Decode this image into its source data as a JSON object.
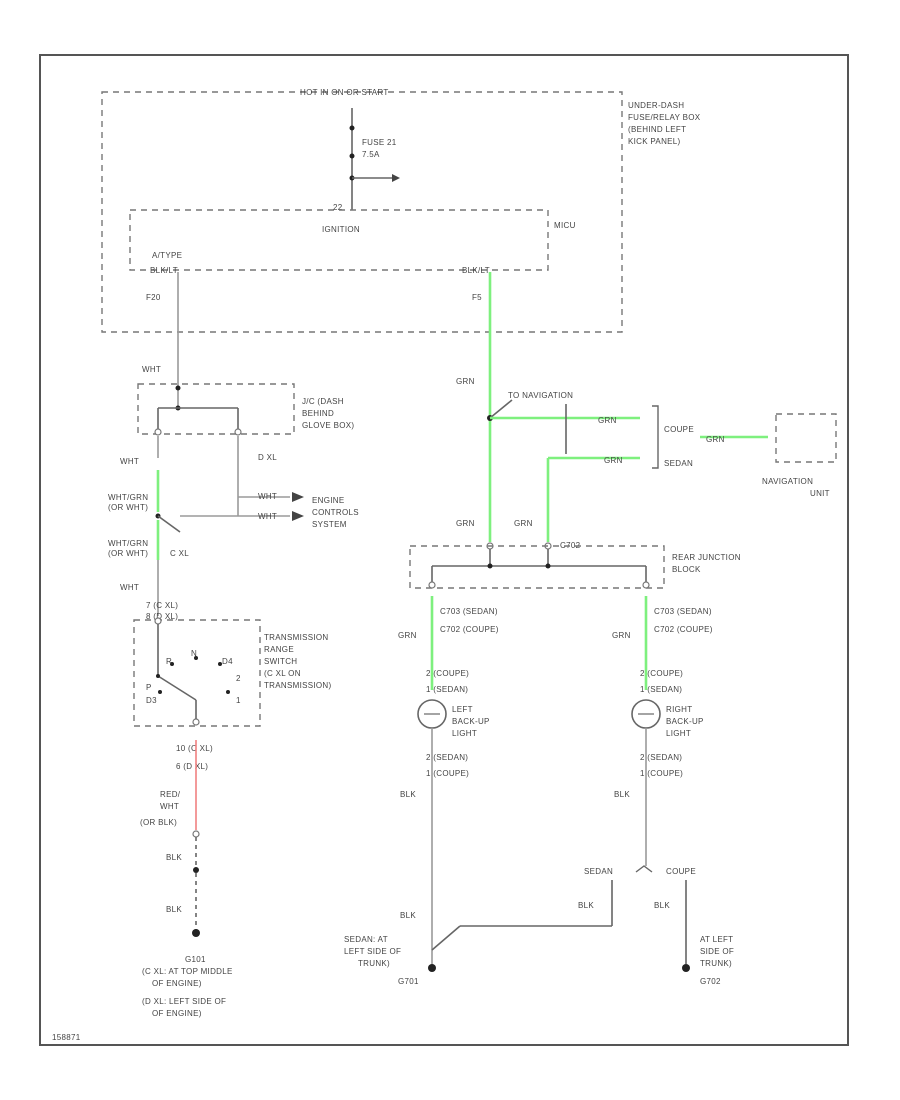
{
  "diagram": {
    "top_label": "HOT IN ON OR START",
    "fuse_box": [
      "UNDER-DASH",
      "FUSE/RELAY BOX",
      "(BEHIND LEFT",
      "KICK PANEL)"
    ],
    "fuse": [
      "FUSE 21",
      "7.5A"
    ],
    "mcu_label": "MICU",
    "ignition_label": "IGNITION",
    "pin_22": "22",
    "at_type": "A/TYPE",
    "blk_left": "BLK/LT",
    "blk_right": "BLK/LT",
    "f20": "F20",
    "f5": "F5",
    "wht_top": "WHT",
    "jc_box": [
      "J/C (DASH",
      "BEHIND",
      "GLOVE BOX)"
    ],
    "wht_2": "WHT",
    "d_xl": "D XL",
    "wht_ecm1": "WHT",
    "wht_ecm2": "WHT",
    "engine": [
      "ENGINE",
      "CONTROLS",
      "SYSTEM"
    ],
    "wht_grn1": [
      "WHT/GRN",
      "(OR WHT)"
    ],
    "wht_grn2": [
      "WHT/GRN",
      "(OR WHT)"
    ],
    "c_xl": "C XL",
    "wht_3": "WHT",
    "trans_pin": [
      "7 (C XL)",
      "8 (D XL)"
    ],
    "trans_switch": [
      "TRANSMISSION",
      "RANGE",
      "SWITCH",
      "(C XL ON",
      "TRANSMISSION)"
    ],
    "gear_r": "R",
    "gear_n": "N",
    "gear_d4": "D4",
    "gear_p": "P",
    "gear_2": "2",
    "gear_d3": "D3",
    "gear_1": "1",
    "trans_out": [
      "10 (C XL)",
      "6 (D XL)"
    ],
    "red_wht": [
      "RED/",
      "WHT",
      "(OR BLK)"
    ],
    "blk_l1": "BLK",
    "blk_l2": "BLK",
    "ground_left": [
      "G101",
      "(C XL: AT TOP MIDDLE",
      "OF ENGINE)",
      "(D XL: LEFT SIDE OF",
      "OF ENGINE)"
    ],
    "grn_1": "GRN",
    "to_nav": "TO NAVIGATION",
    "grn_2": "GRN",
    "grn_3": "GRN",
    "coupe": "COUPE",
    "sedan": "SEDAN",
    "grn_4": "GRN",
    "nav_unit": [
      "NAVIGATION",
      "UNIT"
    ],
    "grn_5": "GRN",
    "grn_6": "GRN",
    "c702": "C702",
    "rear_jb": [
      "REAR JUNCTION",
      "BLOCK"
    ],
    "conn_left": [
      "C703 (SEDAN)",
      "C702 (COUPE)"
    ],
    "conn_right": [
      "C703 (SEDAN)",
      "C702 (COUPE)"
    ],
    "grn_l": "GRN",
    "grn_r": "GRN",
    "lamp_l_pins": [
      "2 (COUPE)",
      "1 (SEDAN)"
    ],
    "lamp_r_pins": [
      "2 (COUPE)",
      "1 (SEDAN)"
    ],
    "lamp_l": [
      "LEFT",
      "BACK-UP",
      "LIGHT"
    ],
    "lamp_r": [
      "RIGHT",
      "BACK-UP",
      "LIGHT"
    ],
    "lamp_l_out": [
      "2 (SEDAN)",
      "1 (COUPE)"
    ],
    "lamp_r_out": [
      "2 (SEDAN)",
      "1 (COUPE)"
    ],
    "blk_m1": "BLK",
    "blk_m2": "BLK",
    "sedan_sw": "SEDAN",
    "coupe_sw": "COUPE",
    "blk_m3": "BLK",
    "blk_m4": "BLK",
    "blk_m5": "BLK",
    "ground_mid": [
      "SEDAN: AT",
      "LEFT SIDE OF",
      "TRUNK)",
      "G701"
    ],
    "ground_right": [
      "AT LEFT",
      "SIDE OF",
      "TRUNK)",
      "G702"
    ],
    "footer": "158871"
  }
}
